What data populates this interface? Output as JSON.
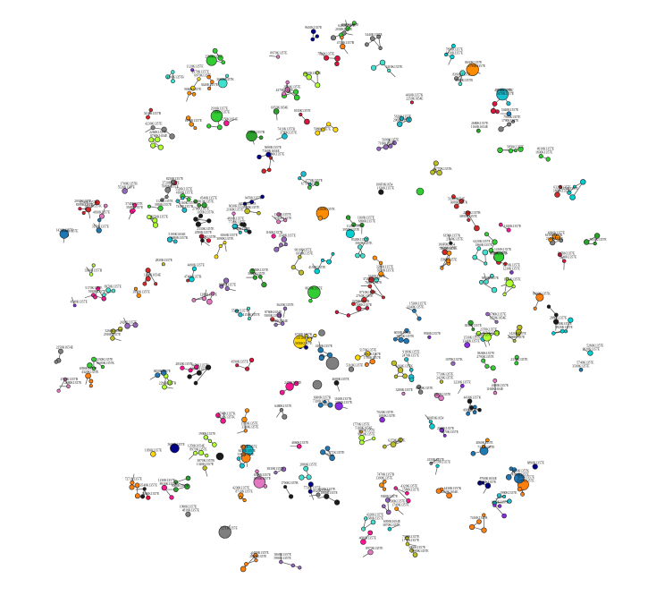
{
  "diagram": {
    "type": "network-graph",
    "background": "#ffffff",
    "edge_color": "#555555",
    "node_outline": "#222222",
    "palette": [
      "#7f7f7f",
      "#1a1a1a",
      "#ff7f0e",
      "#2ca02c",
      "#1f77b4",
      "#d62728",
      "#9467bd",
      "#e377c2",
      "#17becf",
      "#bcbd22",
      "#ffd700",
      "#ff1493",
      "#00ced1",
      "#32cd32",
      "#8a2be2",
      "#ff8c00",
      "#00008b",
      "#adff2f",
      "#dc143c",
      "#40e0d0"
    ],
    "node_labels": [
      "1630K1357E",
      "100F0K1654",
      "3380K1357B",
      "5431K1357K",
      "6740K1357K",
      "7271K1357E",
      "2250K1654E",
      "4430K1357K",
      "3340K1357E",
      "1530K1357E",
      "9300K1357E",
      "8760K1654E",
      "2260K1357E",
      "1420K1357E",
      "3680K1357K",
      "5100K1654E",
      "1770K1357E",
      "7320K1357E",
      "6600K1357K",
      "3230K1357E",
      "1160K1357K",
      "4160K1357E",
      "5520K1357E",
      "1700K1357B",
      "6970K1357E",
      "2370K1357E",
      "4150K1357E",
      "8970K1357E",
      "1250K1654E",
      "3780K1357E",
      "7410K1357B",
      "2160K1357E",
      "6030K1357E",
      "9810K1357E",
      "4540K1357E",
      "1070K1357K",
      "2790K1357E",
      "8630K1357E",
      "5310K1357E",
      "1320K1357E",
      "3870K1357B",
      "6050K1654E",
      "2420K1357E",
      "7730K1357E",
      "4810K1357E",
      "1990K1357E",
      "5980K1357E",
      "3060K1357E",
      "8520K1357E",
      "1160K1654E",
      "2680K1357E",
      "4740K1357B",
      "9060K1357E",
      "3540K1357E",
      "6770K1357K",
      "1410K1357E",
      "7850K1357E",
      "2910K1357E",
      "5260K1357E",
      "1580K1357E",
      "4320K1357E",
      "8390K1357B",
      "2030K1357E",
      "6480K1357E",
      "3950K1357E",
      "1120K1357E",
      "7160K1654E",
      "5690K1357E",
      "2830K1357E",
      "9470K1357E",
      "4060K1357E",
      "1860K1357E",
      "6320K1357E",
      "3410K1357B",
      "8080K1357E",
      "2540K1357E",
      "5070K1357E",
      "1740K1357E",
      "7590K1357E",
      "3170K1357E",
      "9920K1357E",
      "4490K1357E",
      "1280K1357E",
      "6890K1357E",
      "2290K1357B",
      "5850K1357E",
      "3620K1357E",
      "8250K1357E",
      "1050K1357E",
      "7020K1357E",
      "4680K1357E",
      "2140K1357E",
      "6150K1357K",
      "3830K1357E",
      "9610K1357E",
      "1670K1357E",
      "5440K1357E",
      "2760K1357E",
      "8710K1357E",
      "4230K1357E",
      "1390K1357E",
      "7470K1357B",
      "3090K1357E",
      "6560K1357E",
      "2470K1357E",
      "9180K1357E",
      "5170K1357E",
      "1830K1357E",
      "4910K1357E",
      "2590K1357E",
      "7680K1357E",
      "3720K1357E",
      "8930K1357E",
      "1230K1357E",
      "6270K1357E",
      "4370K1357E",
      "2060K1357E",
      "5620K1357E",
      "9350K1357E",
      "3280K1357E",
      "1790K1357E",
      "7900K1357E",
      "4590K1357E",
      "2330K1357E",
      "6690K1357E",
      "1360K1357E",
      "8450K1357E",
      "3500K1357E",
      "5740K1357E",
      "2880K1357E"
    ]
  }
}
